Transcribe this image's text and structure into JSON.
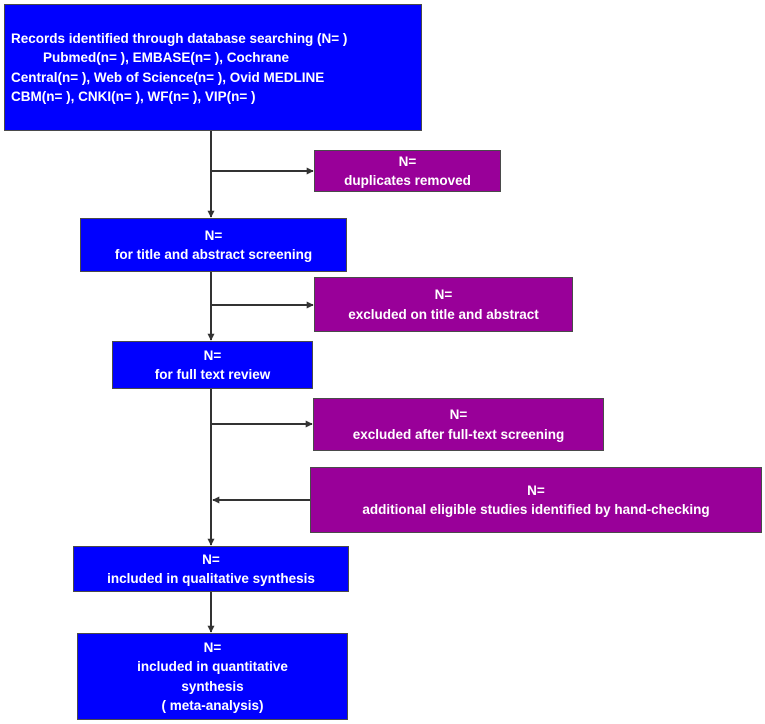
{
  "records": {
    "line1": "Records identified through database searching (N=  )",
    "line2": "Pubmed(n=  ),  EMBASE(n=  ), Cochrane",
    "line3": "Central(n=  ), Web of Science(n=  ), Ovid MEDLINE",
    "line4": "CBM(n=  ), CNKI(n=  ), WF(n=  ), VIP(n=  )"
  },
  "duplicates": {
    "count": "N=",
    "label": "duplicates removed"
  },
  "screening": {
    "count": "N=",
    "label": "for title and abstract screening"
  },
  "excluded_title": {
    "count": "N=",
    "label": "excluded on title and abstract"
  },
  "full_text": {
    "count": "N=",
    "label": "for full text review"
  },
  "excluded_full": {
    "count": "N=",
    "label": "excluded after full-text screening"
  },
  "additional": {
    "count": "N=",
    "label": "additional eligible studies identified by hand-checking"
  },
  "qualitative": {
    "count": "N=",
    "label": "included in qualitative synthesis"
  },
  "quantitative": {
    "count": "N=",
    "line1": "included in quantitative",
    "line2": "synthesis",
    "line3": "( meta-analysis)"
  },
  "colors": {
    "main_box": "#0000ff",
    "side_box": "#990099",
    "connector": "#333333"
  }
}
